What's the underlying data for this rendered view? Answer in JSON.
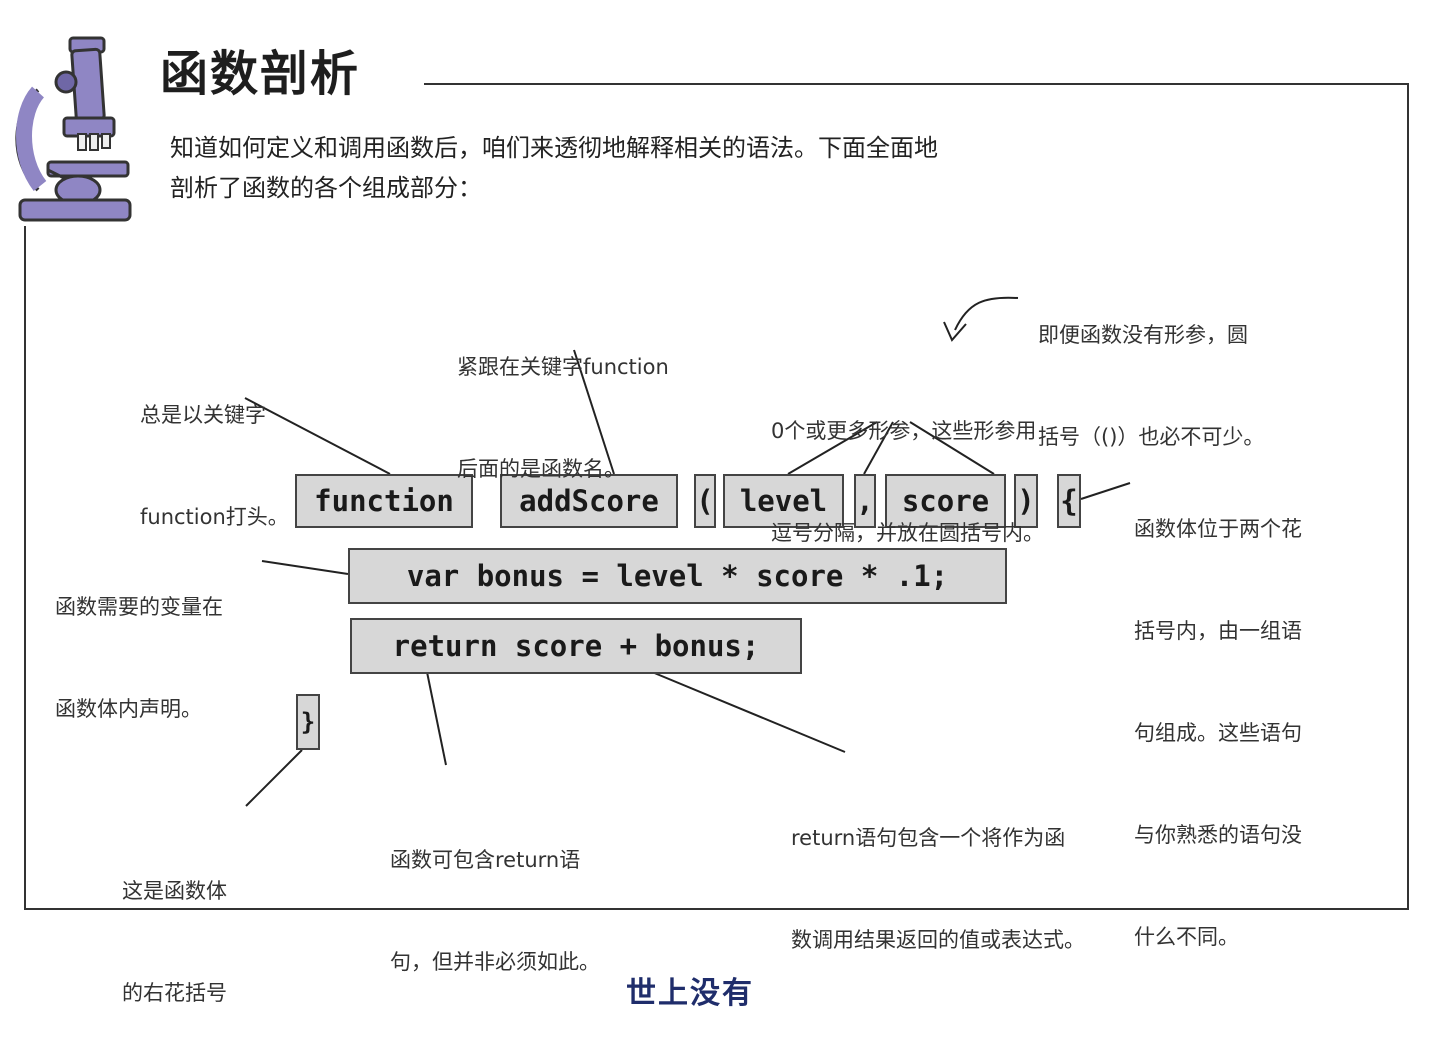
{
  "title": "函数剖析",
  "intro": {
    "line1": "知道如何定义和调用函数后，咱们来透彻地解释相关的语法。下面全面地",
    "line2": "剖析了函数的各个组成部分："
  },
  "code": {
    "function_kw": "function",
    "name": "addScore",
    "open_paren": "(",
    "param1": "level",
    "comma": ",",
    "param2": "score",
    "close_paren": ")",
    "open_brace": "{",
    "line_var": "var bonus = level * score * .1;",
    "line_return": "return score + bonus;",
    "close_brace": "}"
  },
  "notes": {
    "keyword": [
      "总是以关键字",
      "function打头。"
    ],
    "name": [
      "紧跟在关键字function",
      "后面的是函数名。"
    ],
    "empty_params": [
      "即便函数没有形参，圆",
      "括号（()）也必不可少。"
    ],
    "params": [
      "0个或更多形参，这些形参用",
      "逗号分隔，并放在圆括号内。"
    ],
    "body": [
      "函数体位于两个花",
      "括号内，由一组语",
      "句组成。这些语句",
      "与你熟悉的语句没",
      "什么不同。"
    ],
    "local_var": [
      "函数需要的变量在",
      "函数体内声明。"
    ],
    "close_brace": [
      "这是函数体",
      "的右花括号"
    ],
    "optional_return": [
      "函数可包含return语",
      "句，但并非必须如此。"
    ],
    "return_expr": [
      "return语句包含一个将作为函",
      "数调用结果返回的值或表达式。"
    ]
  },
  "bottom_heading": "世上没有",
  "colors": {
    "box_fill": "#d7d7d7",
    "microscope": "#8f86c4",
    "bottom_heading": "#1f2d6b"
  }
}
